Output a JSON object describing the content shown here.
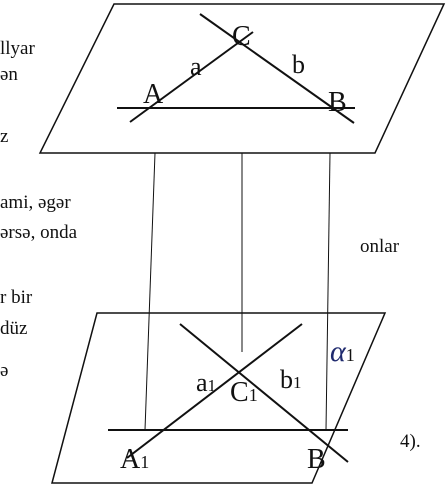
{
  "text_fragments": {
    "f1": "llyar",
    "f2": "ən",
    "f3": "z",
    "f4": "ami,  əgər",
    "f5": "ərsə, onda",
    "f6": "onlar",
    "f7": "r bir",
    "f8": "düz",
    "f9": "ə",
    "f10": "4)."
  },
  "diagram": {
    "upper_plane": {
      "labels": {
        "a": "a",
        "b": "b",
        "A": "A",
        "B": "B",
        "C": "C"
      }
    },
    "lower_plane": {
      "labels": {
        "a1": "a",
        "a1_sub": "1",
        "b1": "b",
        "b1_sub": "1",
        "A1": "A",
        "A1_sub": "1",
        "B": "B",
        "C1": "C",
        "C1_sub": "1",
        "alpha": "α",
        "alpha_sub": "1"
      }
    }
  }
}
